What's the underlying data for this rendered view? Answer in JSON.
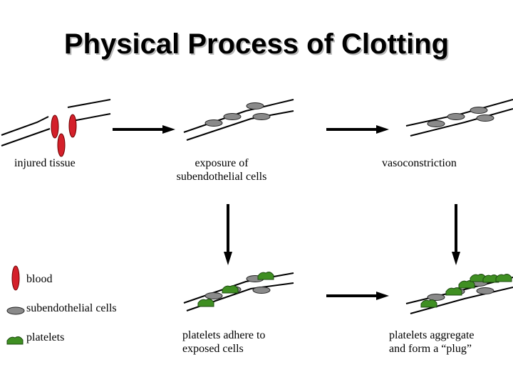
{
  "title": "Physical Process of Clotting",
  "colors": {
    "blood": "#d4202a",
    "cell": "#8a8a8a",
    "platelet": "#3f8f22",
    "arrow": "#000000"
  },
  "steps": [
    {
      "id": "injured",
      "lines": [
        "injured tissue"
      ]
    },
    {
      "id": "exposure",
      "lines": [
        "exposure of",
        "subendothelial cells"
      ]
    },
    {
      "id": "vaso",
      "lines": [
        "vasoconstriction"
      ]
    },
    {
      "id": "adhere",
      "lines": [
        "platelets adhere to",
        "exposed cells"
      ]
    },
    {
      "id": "aggregate",
      "lines": [
        "platelets aggregate",
        "and form a “plug”"
      ]
    }
  ],
  "legend": [
    {
      "id": "blood",
      "label": "blood"
    },
    {
      "id": "cells",
      "label": "subendothelial cells"
    },
    {
      "id": "platelets",
      "label": "platelets"
    }
  ]
}
